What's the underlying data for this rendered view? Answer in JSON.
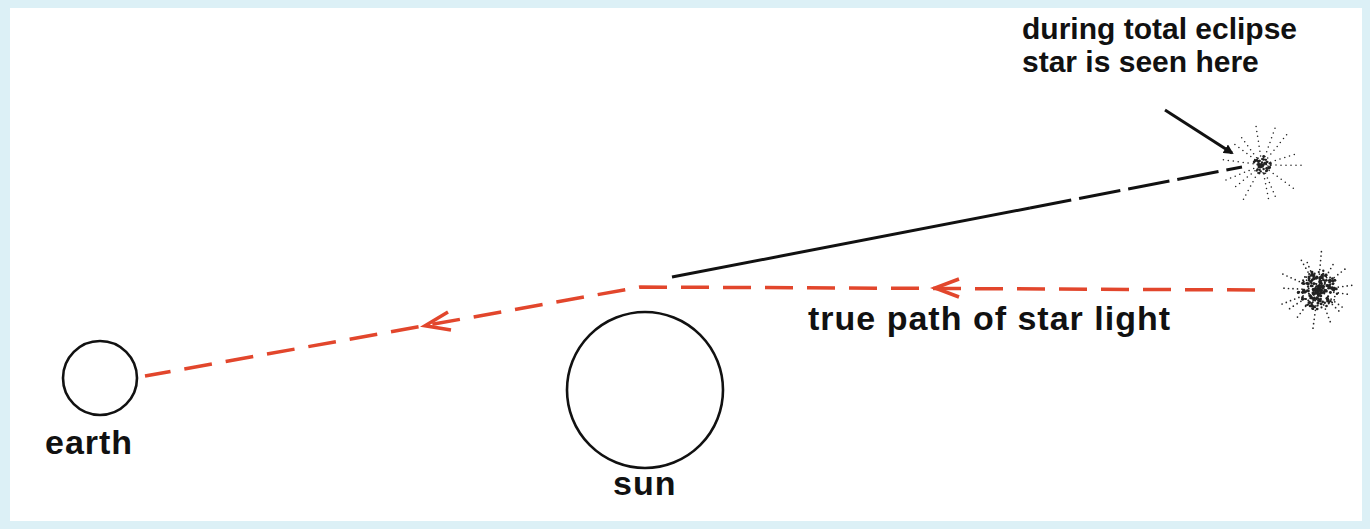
{
  "diagram": {
    "nodes": [
      {
        "text": [
          "earth"
        ]
      },
      {
        "text": [
          "sun"
        ]
      }
    ],
    "labels": [
      "during total eclipse star is seen here",
      "true path of star light"
    ]
  }
}
